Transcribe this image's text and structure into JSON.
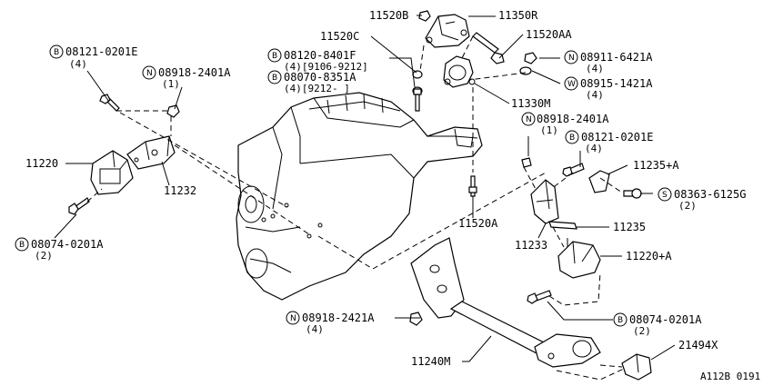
{
  "labels": {
    "p11520B": "11520B",
    "p11350R": "11350R",
    "p11520AA": "11520AA",
    "p11520C": "11520C",
    "bolt_08121_a": "08121-0201E",
    "bolt_08121_a_qty": "(4)",
    "nut_08918_a": "08918-2401A",
    "nut_08918_a_qty": "(1)",
    "bolt_08120": "08120-8401F",
    "bolt_08120_qty": "(4)[9106-9212]",
    "bolt_08070": "08070-8351A",
    "bolt_08070_qty": "(4)[9212-    ]",
    "nut_08911": "08911-6421A",
    "nut_08911_qty": "(4)",
    "washer_08915": "08915-1421A",
    "washer_08915_qty": "(4)",
    "p11330M": "11330M",
    "nut_08918_b": "08918-2401A",
    "nut_08918_b_qty": "(1)",
    "bolt_08121_b": "08121-0201E",
    "bolt_08121_b_qty": "(4)",
    "p11235A": "11235+A",
    "screw_08363": "08363-6125G",
    "screw_08363_qty": "(2)",
    "p11220": "11220",
    "p11232": "11232",
    "p11520A": "11520A",
    "p11235": "11235",
    "p11233": "11233",
    "p11220A": "11220+A",
    "bolt_08074_a": "08074-0201A",
    "bolt_08074_a_qty": "(2)",
    "nut_08918_c": "08918-2421A",
    "nut_08918_c_qty": "(4)",
    "bolt_08074_b": "08074-0201A",
    "bolt_08074_b_qty": "(2)",
    "p11240M": "11240M",
    "p21494X": "21494X",
    "figure_code": "A112B 0191"
  },
  "markers": {
    "bolt": "B",
    "nut": "N",
    "washer": "W",
    "screw": "S"
  }
}
